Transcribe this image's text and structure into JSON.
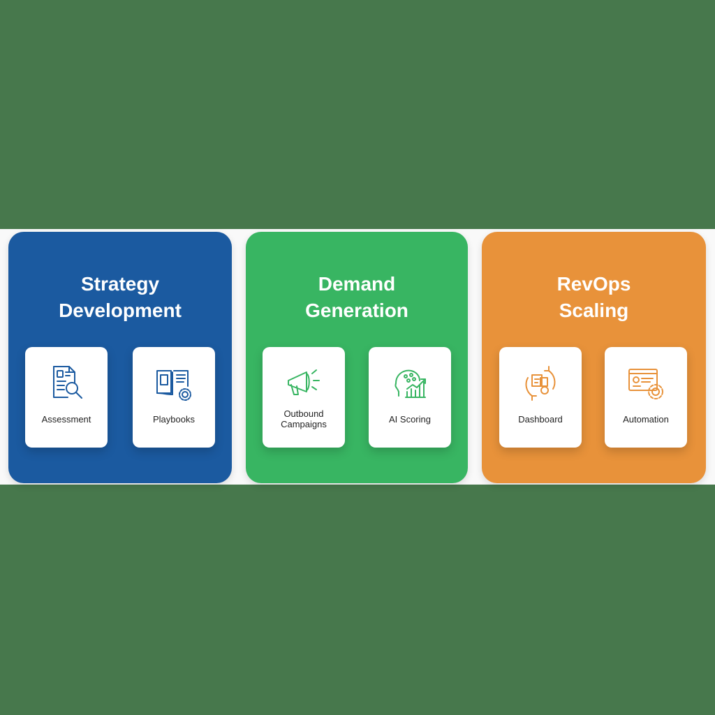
{
  "colors": {
    "background": "#47784c",
    "strip": "#f9f9f9",
    "blue": "#1b5aa0",
    "green": "#38b562",
    "orange": "#e8923a"
  },
  "panels": [
    {
      "title_line1": "Strategy",
      "title_line2": "Development",
      "color": "#1b5aa0",
      "cards": [
        {
          "label": "Assessment",
          "icon": "document-search-icon"
        },
        {
          "label": "Playbooks",
          "icon": "book-gear-icon"
        }
      ]
    },
    {
      "title_line1": "Demand",
      "title_line2": "Generation",
      "color": "#38b562",
      "cards": [
        {
          "label_line1": "Outbound",
          "label_line2": "Campaigns",
          "icon": "megaphone-icon"
        },
        {
          "label": "AI Scoring",
          "icon": "brain-chart-icon"
        }
      ]
    },
    {
      "title_line1": "RevOps",
      "title_line2": "Scaling",
      "color": "#e8923a",
      "cards": [
        {
          "label": "Dashboard",
          "icon": "dashboard-cycle-icon"
        },
        {
          "label": "Automation",
          "icon": "screen-gear-icon"
        }
      ]
    }
  ]
}
